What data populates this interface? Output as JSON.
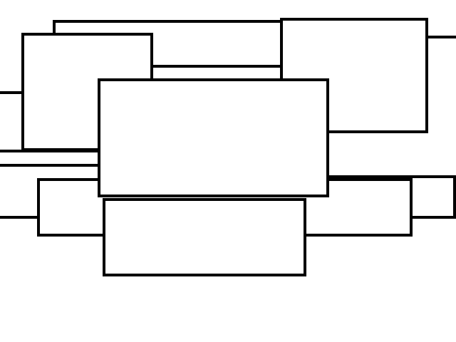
{
  "windows": [
    {
      "id": "w1",
      "title": ""
    },
    {
      "id": "w2",
      "title": ""
    },
    {
      "id": "w3",
      "title": ""
    },
    {
      "id": "w4",
      "title": ""
    },
    {
      "id": "w5",
      "title": ""
    },
    {
      "id": "w6",
      "title": ""
    },
    {
      "id": "w7",
      "title": ""
    },
    {
      "id": "w8",
      "title": ""
    },
    {
      "id": "w9",
      "title": ""
    }
  ]
}
